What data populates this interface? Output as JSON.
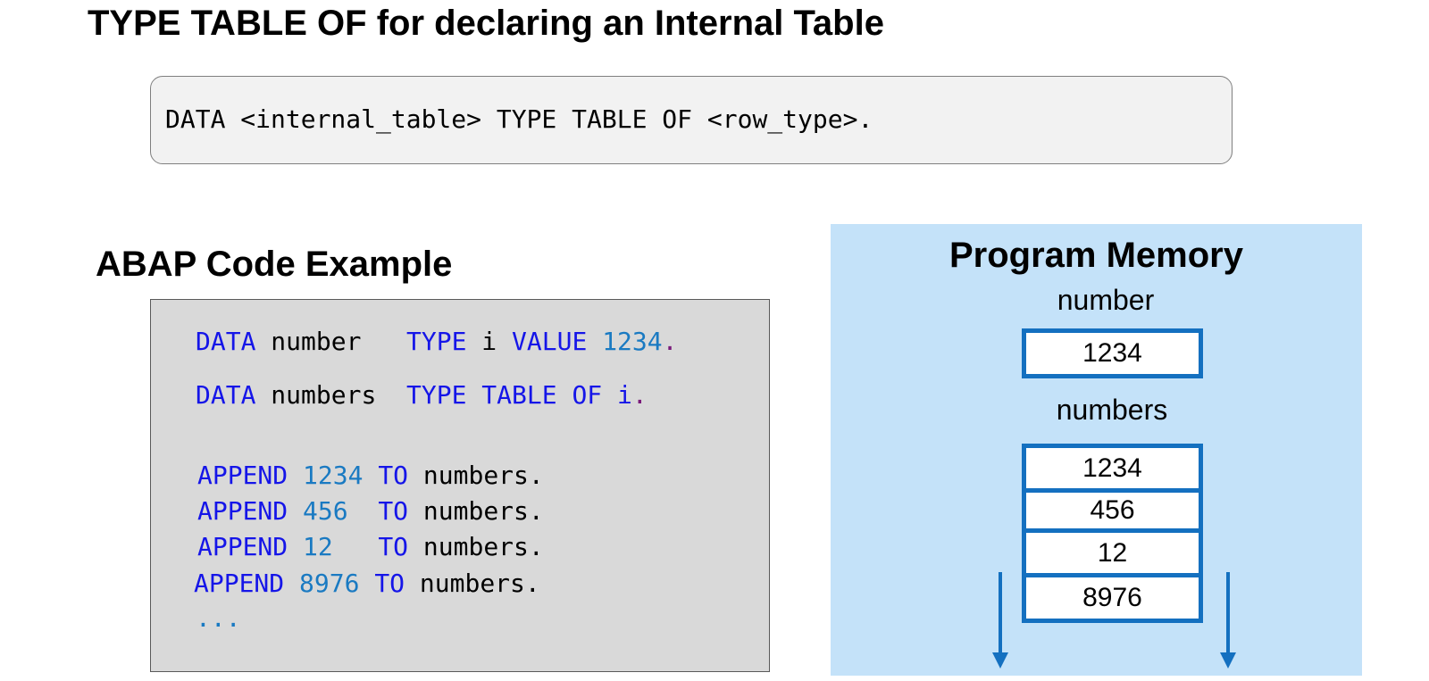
{
  "title": "TYPE TABLE OF for declaring an Internal Table",
  "syntax": "DATA <internal_table> TYPE TABLE OF <row_type>.",
  "code_section_title": "ABAP Code Example",
  "code": {
    "line1": {
      "kw1": "DATA",
      "name": " number   ",
      "kw2": "TYPE",
      "type": " i ",
      "kw3": "VALUE",
      "sp": " ",
      "num": "1234",
      "end": "."
    },
    "line2": {
      "kw1": "DATA",
      "name": " numbers  ",
      "kw2": "TYPE TABLE OF",
      "sp": " ",
      "type": "i",
      "end": "."
    },
    "appends": [
      {
        "kw": "APPEND",
        "num": "1234",
        "sp1": " ",
        "sp2": " ",
        "to": "TO",
        "target": " numbers."
      },
      {
        "kw": "APPEND",
        "num": "456",
        "sp1": " ",
        "sp2": "  ",
        "to": "TO",
        "target": " numbers."
      },
      {
        "kw": "APPEND",
        "num": "12",
        "sp1": " ",
        "sp2": "   ",
        "to": "TO",
        "target": " numbers."
      },
      {
        "kw": "APPEND",
        "num": "8976",
        "sp1": " ",
        "sp2": " ",
        "to": "TO",
        "target": " numbers."
      }
    ],
    "ellipsis": "..."
  },
  "memory": {
    "title": "Program Memory",
    "number_label": "number",
    "number_value": "1234",
    "numbers_label": "numbers",
    "numbers_values": [
      "1234",
      "456",
      "12",
      "8976"
    ]
  },
  "colors": {
    "keyword": "#1515e8",
    "number": "#1a7ac2",
    "memory_panel": "#c4e2f9",
    "cell_border": "#1470c0",
    "arrow": "#1470c0"
  },
  "icons": [
    "down-arrow-icon",
    "down-arrow-icon"
  ]
}
